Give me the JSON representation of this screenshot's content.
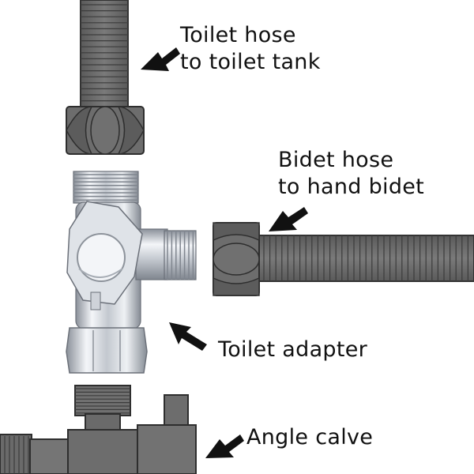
{
  "labels": {
    "toilet_hose": {
      "line1": "Toilet hose",
      "line2": "to toilet tank"
    },
    "bidet_hose": {
      "line1": "Bidet hose",
      "line2": "to hand bidet"
    },
    "toilet_adapter": "Toilet adapter",
    "angle_valve": "Angle calve"
  },
  "colors": {
    "hose": "#6e6e6e",
    "hose_dark": "#3a3a3a",
    "chrome_light": "#f2f4f7",
    "chrome_mid": "#b9bec6",
    "chrome_dark": "#7d838c",
    "arrow": "#111111",
    "text": "#111111"
  },
  "icons": [
    "arrow-icon"
  ]
}
